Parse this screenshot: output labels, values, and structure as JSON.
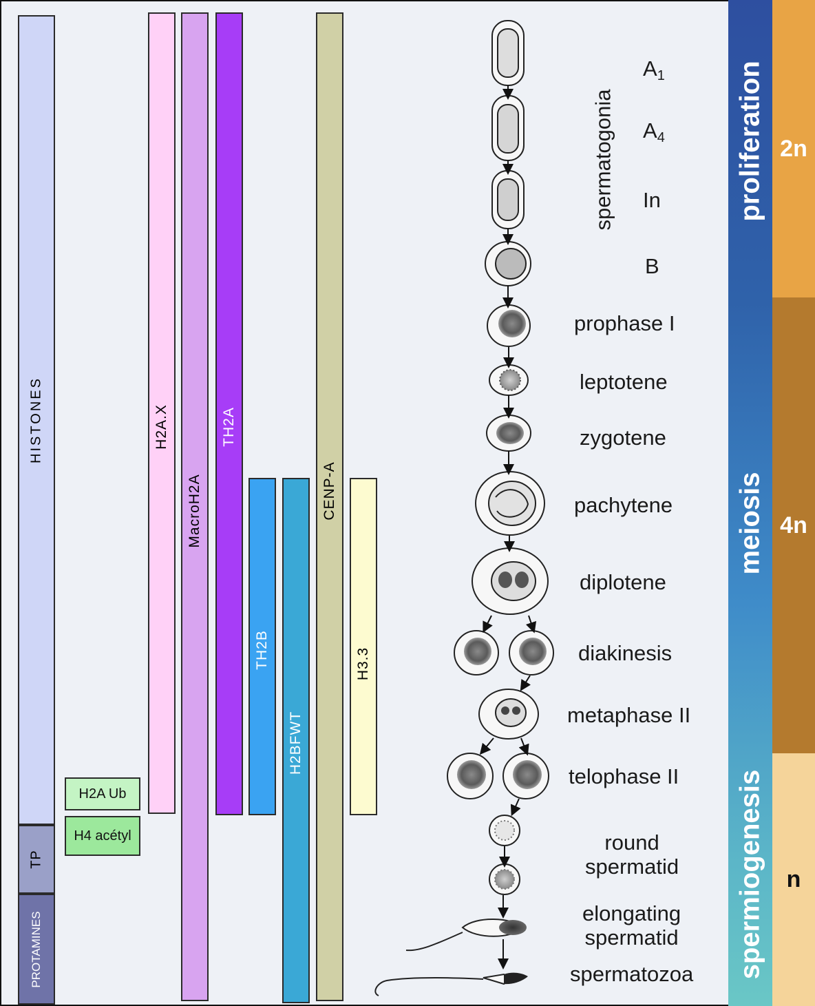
{
  "histone_panel": {
    "main_bars": [
      {
        "label": "HISTONES",
        "color": "#cfd6f7"
      },
      {
        "label": "TP",
        "color": "#9aa0c8"
      },
      {
        "label": "PROTAMINES",
        "color": "#6f73a8"
      }
    ],
    "modifications": [
      {
        "label": "H2A Ub",
        "color": "#b8f0b8"
      },
      {
        "label": "H4 acétyl",
        "color": "#9ce89c"
      }
    ],
    "variants": [
      {
        "label": "H2A.X",
        "color": "#ffd1f7"
      },
      {
        "label": "MacroH2A",
        "color": "#d8a4f0"
      },
      {
        "label": "TH2A",
        "color": "#a73df7"
      },
      {
        "label": "TH2B",
        "color": "#3aa3f2"
      },
      {
        "label": "H2BFWT",
        "color": "#3aa8d6"
      },
      {
        "label": "CENP-A",
        "color": "#d0d0a6"
      },
      {
        "label": "H3.3",
        "color": "#fdfbd0"
      }
    ]
  },
  "stages": {
    "group_label": "spermatogonia",
    "spermatogonia": [
      {
        "label": "A",
        "sub": "1"
      },
      {
        "label": "A",
        "sub": "4"
      },
      {
        "label": "In",
        "sub": ""
      },
      {
        "label": "B",
        "sub": ""
      }
    ],
    "meiosis": [
      "prophase I",
      "leptotene",
      "zygotene",
      "pachytene",
      "diplotene",
      "diakinesis",
      "metaphase II",
      "telophase II"
    ],
    "spermiogenesis": [
      {
        "line1": "round",
        "line2": "spermatid"
      },
      {
        "line1": "elongating",
        "line2": "spermatid"
      },
      {
        "line1": "spermatozoa",
        "line2": ""
      }
    ]
  },
  "phases": [
    {
      "label": "proliferation"
    },
    {
      "label": "meiosis"
    },
    {
      "label": "spermiogenesis"
    }
  ],
  "ploidy": [
    {
      "label": "2n",
      "color": "#e8a445"
    },
    {
      "label": "4n",
      "color": "#b47a2e"
    },
    {
      "label": "n",
      "color": "#f5d49a"
    }
  ]
}
